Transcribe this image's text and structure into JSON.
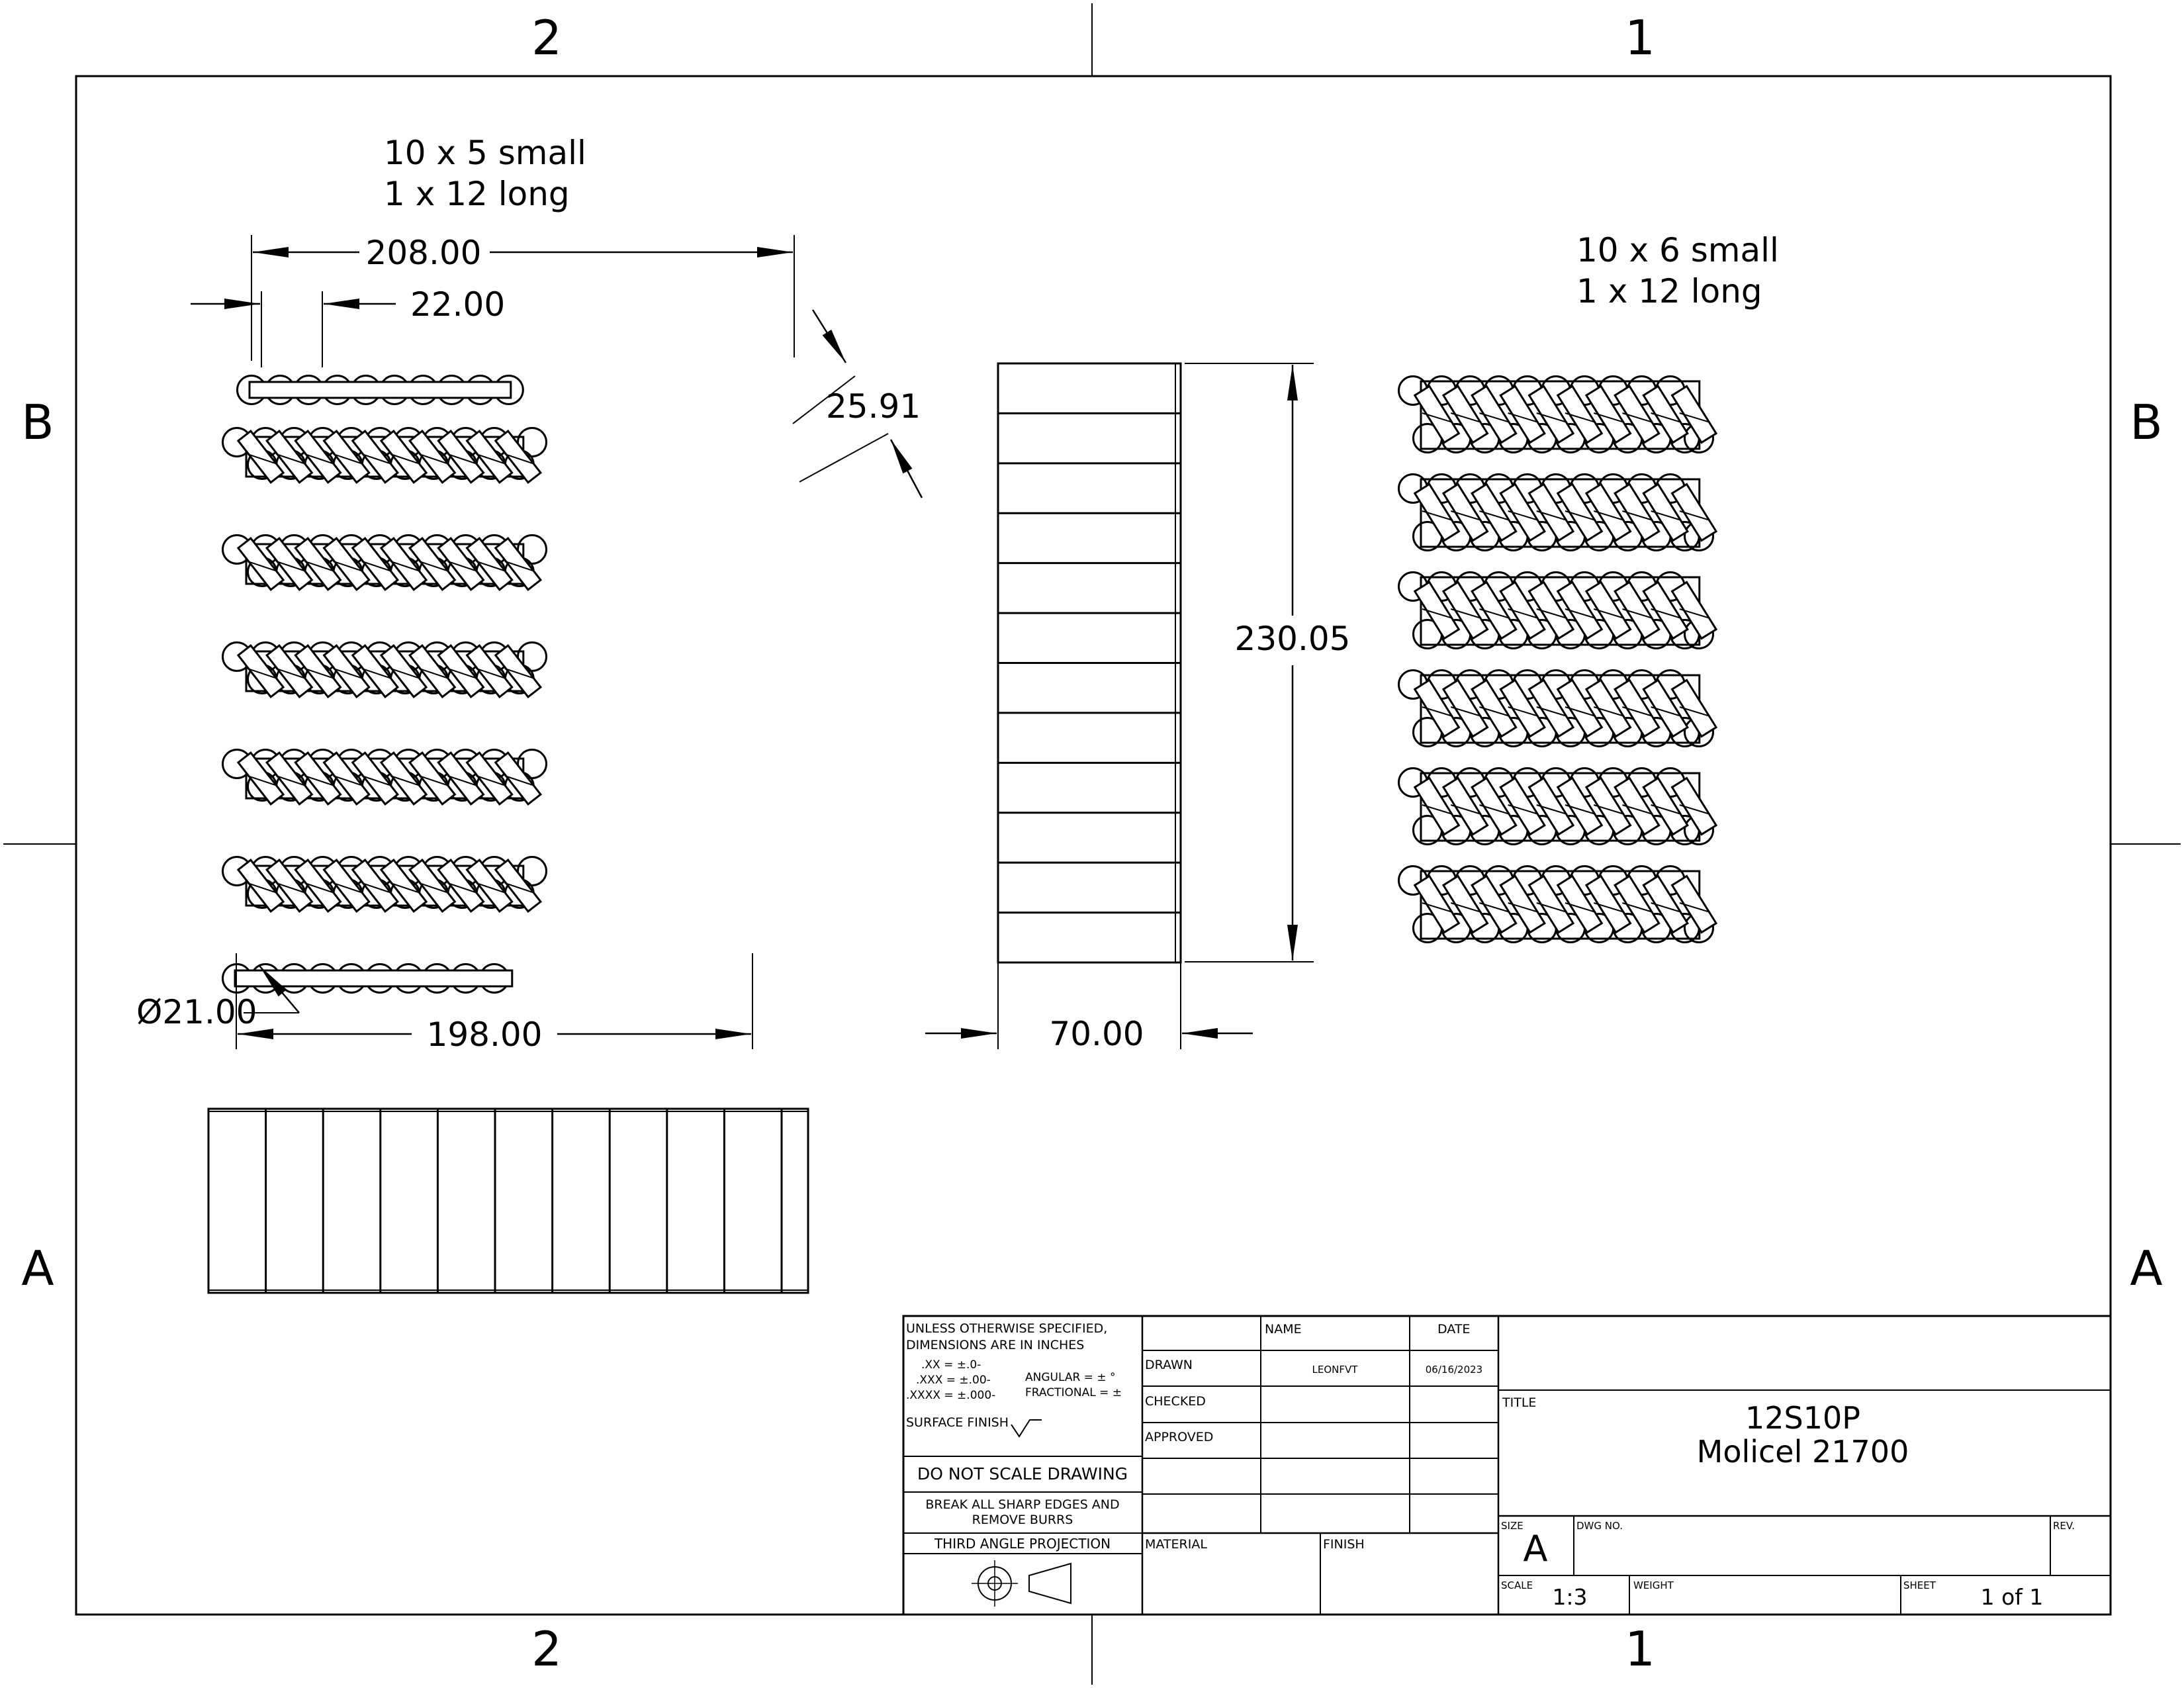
{
  "border": {
    "top_zones": [
      "2",
      "1"
    ],
    "bottom_zones": [
      "2",
      "1"
    ],
    "left_zones": [
      "B",
      "A"
    ],
    "right_zones": [
      "B",
      "A"
    ]
  },
  "notes": {
    "left_line1": "10 x 5 small",
    "left_line2": "1 x 12 long",
    "right_line1": "10 x 6 small",
    "right_line2": "1 x 12 long"
  },
  "dimensions": {
    "overall_width": "208.00",
    "pitch": "22.00",
    "row_pitch": "25.91",
    "cell_diameter": "Ø21.00",
    "inner_width": "198.00",
    "side_height": "230.05",
    "side_thickness": "70.00"
  },
  "tolerance_block": {
    "unless_line1": "UNLESS OTHERWISE SPECIFIED,",
    "unless_line2": "DIMENSIONS ARE IN INCHES",
    "xx": ".XX = ±.0-",
    "xxx": ".XXX = ±.00-",
    "xxxx": ".XXXX = ±.000-",
    "angular": "ANGULAR = ± °",
    "fractional": "FRACTIONAL = ±",
    "surface_finish": "SURFACE FINISH",
    "do_not_scale": "DO NOT SCALE DRAWING",
    "break_edges_line1": "BREAK ALL SHARP EDGES AND",
    "break_edges_line2": "REMOVE BURRS",
    "projection": "THIRD ANGLE PROJECTION"
  },
  "approvals": {
    "name_header": "NAME",
    "date_header": "DATE",
    "drawn_label": "DRAWN",
    "drawn_name": "LEONFVT",
    "drawn_date": "06/16/2023",
    "checked_label": "CHECKED",
    "approved_label": "APPROVED",
    "material_label": "MATERIAL",
    "finish_label": "FINISH"
  },
  "title_block": {
    "title_label": "TITLE",
    "title_line1": "12S10P",
    "title_line2": "Molicel 21700",
    "size_label": "SIZE",
    "size_value": "A",
    "dwg_no_label": "DWG NO.",
    "rev_label": "REV.",
    "scale_label": "SCALE",
    "scale_value": "1:3",
    "weight_label": "WEIGHT",
    "sheet_label": "SHEET",
    "sheet_value": "1 of 1"
  }
}
